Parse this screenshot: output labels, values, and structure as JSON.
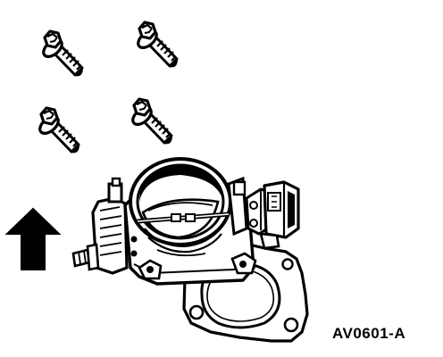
{
  "figure": {
    "id": "AV0601-A"
  },
  "parts": {
    "bolts": [
      "bolt",
      "bolt",
      "bolt",
      "bolt"
    ],
    "assembly": "throttle-body",
    "gasket": "gasket",
    "direction": "up-arrow"
  },
  "colors": {
    "ink": "#000000",
    "paper": "#ffffff"
  }
}
